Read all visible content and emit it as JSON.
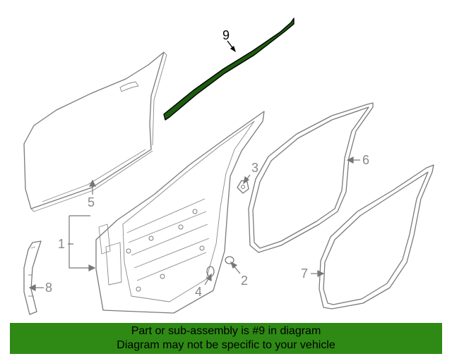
{
  "diagram": {
    "callouts": {
      "c1": "1",
      "c2": "2",
      "c3": "3",
      "c4": "4",
      "c5": "5",
      "c6": "6",
      "c7": "7",
      "c8": "8",
      "c9": "9"
    },
    "highlighted_part": "9",
    "highlight_color": "#1d5c0e"
  },
  "banner": {
    "line1": "Part or sub-assembly is #9 in diagram",
    "line2": "Diagram may not be specific to your vehicle",
    "color": "#2e8a14"
  }
}
